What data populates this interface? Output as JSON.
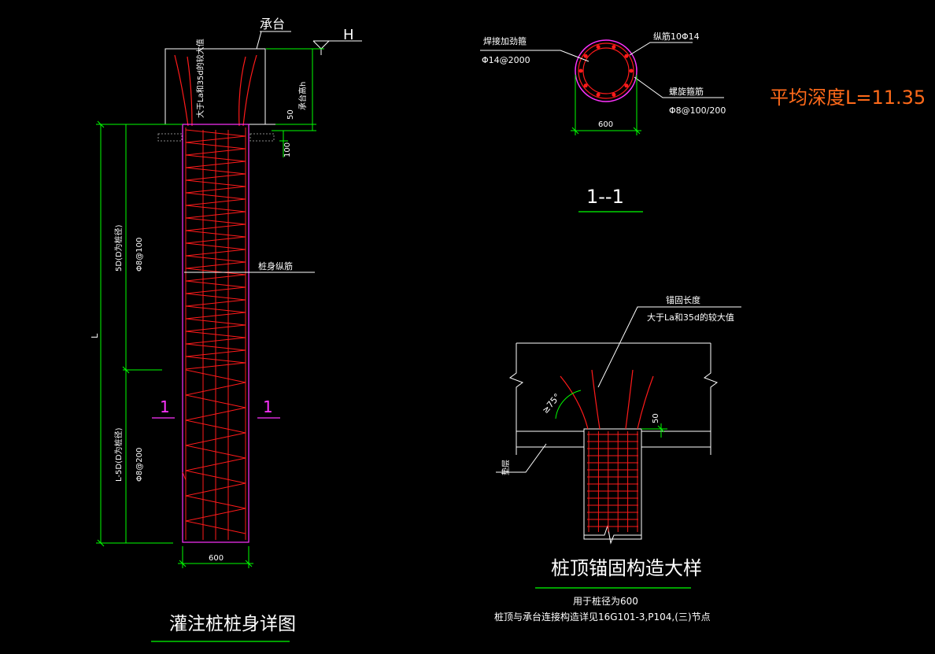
{
  "colors": {
    "background": "#000000",
    "rebar": "#ff1a1a",
    "outline": "#ff33ff",
    "dimension": "#00ff00",
    "leader": "#ffffff",
    "annotation": "#ff6a1a"
  },
  "pile_detail": {
    "cap_label": "承台",
    "level_label": "H",
    "anchor_note": "大于La和35d的较大值",
    "cap_height": "承台高h",
    "dim_50": "50",
    "dim_100": "100",
    "dim_length": "L",
    "dim_top_zone": "5D(D为桩径)",
    "stirrup_top": "Φ8@100",
    "dim_bottom_zone": "L-5D(D为桩径)",
    "stirrup_bottom": "Φ8@200",
    "main_bar_label": "桩身纵筋",
    "section_mark_left": "1",
    "section_mark_right": "1",
    "width_dim": "600",
    "title": "灌注桩桩身详图"
  },
  "section_1_1": {
    "ring_label": "焊接加劲箍",
    "ring_spec": "Φ14@2000",
    "long_bar": "纵筋10Φ14",
    "spiral_label": "螺旋箍筋",
    "spiral_spec": "Φ8@100/200",
    "width_dim": "600",
    "title": "1--1"
  },
  "average_depth": "平均深度L=11.35",
  "anchor_detail": {
    "anchor_length_label": "锚固长度",
    "anchor_length_note": "大于La和35d的较大值",
    "angle_label": "≥75°",
    "dim_50": "50",
    "cushion_label": "垫层",
    "title": "桩顶锚固构造大样",
    "note_line1": "用于桩径为600",
    "note_line2": "桩顶与承台连接构造详见16G101-3,P104,(三)节点"
  }
}
